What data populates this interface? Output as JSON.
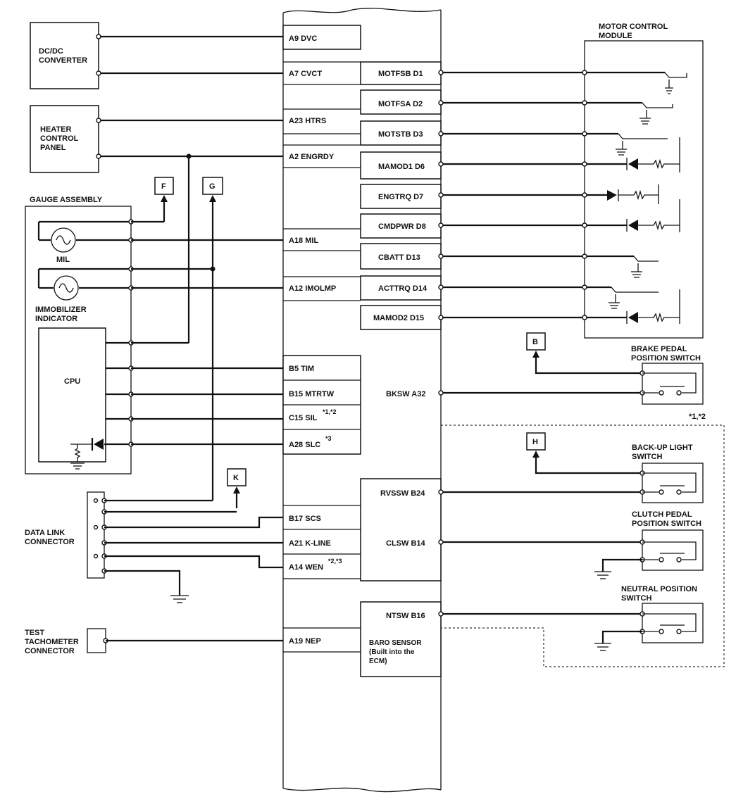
{
  "components": {
    "dcdc_converter": [
      "DC/DC",
      "CONVERTER"
    ],
    "heater_control_panel": [
      "HEATER",
      "CONTROL",
      "PANEL"
    ],
    "gauge_assembly": "GAUGE ASSEMBLY",
    "mil": "MIL",
    "immobilizer_indicator": [
      "IMMOBILIZER",
      "INDICATOR"
    ],
    "cpu": "CPU",
    "data_link_connector": [
      "DATA LINK",
      "CONNECTOR"
    ],
    "test_tachometer_connector": [
      "TEST",
      "TACHOMETER",
      "CONNECTOR"
    ],
    "motor_control_module": [
      "MOTOR CONTROL",
      "MODULE"
    ],
    "brake_pedal_switch": [
      "BRAKE PEDAL",
      "POSITION SWITCH"
    ],
    "backup_light_switch": [
      "BACK-UP LIGHT",
      "SWITCH"
    ],
    "clutch_pedal_switch": [
      "CLUTCH PEDAL",
      "POSITION SWITCH"
    ],
    "neutral_position_switch": [
      "NEUTRAL POSITION",
      "SWITCH"
    ],
    "baro_sensor": [
      "BARO SENSOR",
      "(Built into the",
      "ECM)"
    ]
  },
  "ecm_left_pins": [
    {
      "label": "A9 DVC"
    },
    {
      "label": "A7 CVCT"
    },
    {
      "label": "A23 HTRS"
    },
    {
      "label": "A2 ENGRDY"
    },
    {
      "label": "A18 MIL"
    },
    {
      "label": "A12 IMOLMP"
    },
    {
      "label": "B5 TIM"
    },
    {
      "label": "B15 MTRTW"
    },
    {
      "label": "C15 SIL",
      "sup": "*1,*2"
    },
    {
      "label": "A28 SLC",
      "sup": "*3"
    },
    {
      "label": "B17 SCS"
    },
    {
      "label": "A21 K-LINE"
    },
    {
      "label": "A14 WEN",
      "sup": "*2,*3"
    },
    {
      "label": "A19 NEP"
    }
  ],
  "ecm_right_pins": [
    "MOTFSB D1",
    "MOTFSA D2",
    "MOTSTB D3",
    "MAMOD1 D6",
    "ENGTRQ D7",
    "CMDPWR D8",
    "CBATT D13",
    "ACTTRQ D14",
    "MAMOD2 D15",
    "BKSW A32",
    "RVSSW B24",
    "CLSW B14",
    "NTSW B16"
  ],
  "connectors": [
    "F",
    "G",
    "K",
    "B",
    "H"
  ],
  "notes": {
    "switch_group": "*1,*2"
  }
}
